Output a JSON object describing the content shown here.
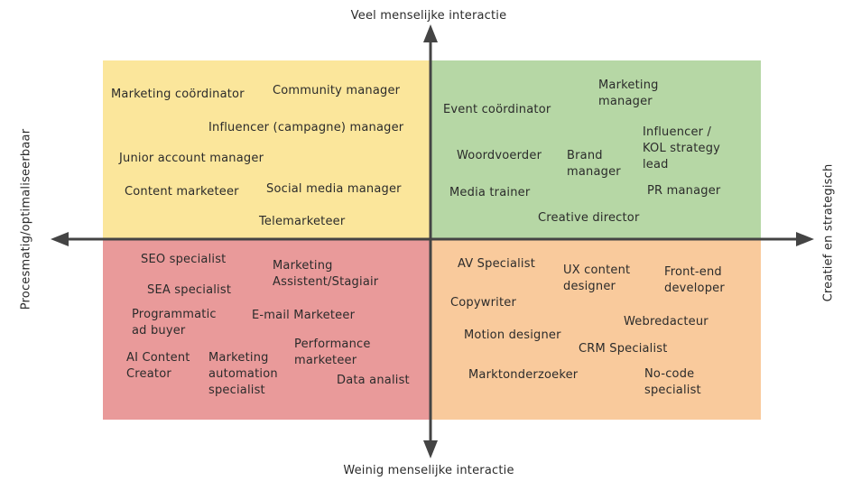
{
  "colors": {
    "top_left": "#fbe69b",
    "top_right": "#b6d7a5",
    "bottom_left": "#e99a9a",
    "bottom_right": "#f9ca9c",
    "axis": "#444444"
  },
  "axes": {
    "top": "Veel menselijke interactie",
    "bottom": "Weinig menselijke interactie",
    "left": "Procesmatig/optimaliseerbaar",
    "right": "Creatief en strategisch"
  },
  "quadrants": {
    "top_left": [
      "Marketing coördinator",
      "Community manager",
      "Influencer (campagne) manager",
      "Junior account manager",
      "Content marketeer",
      "Social media manager",
      "Telemarketeer"
    ],
    "top_right": [
      "Marketing\nmanager",
      "Event coördinator",
      "Influencer /\nKOL strategy\nlead",
      "Woordvoerder",
      "Brand\nmanager",
      "Media trainer",
      "PR manager",
      "Creative director"
    ],
    "bottom_left": [
      "SEO specialist",
      "Marketing\nAssistent/Stagiair",
      "SEA specialist",
      "Programmatic\nad buyer",
      "E-mail Marketeer",
      "AI Content\nCreator",
      "Marketing\nautomation\nspecialist",
      "Performance\nmarketeer",
      "Data analist"
    ],
    "bottom_right": [
      "AV Specialist",
      "UX content\ndesigner",
      "Front-end\ndeveloper",
      "Copywriter",
      "Webredacteur",
      "Motion designer",
      "CRM Specialist",
      "Marktonderzoeker",
      "No-code\nspecialist"
    ]
  }
}
